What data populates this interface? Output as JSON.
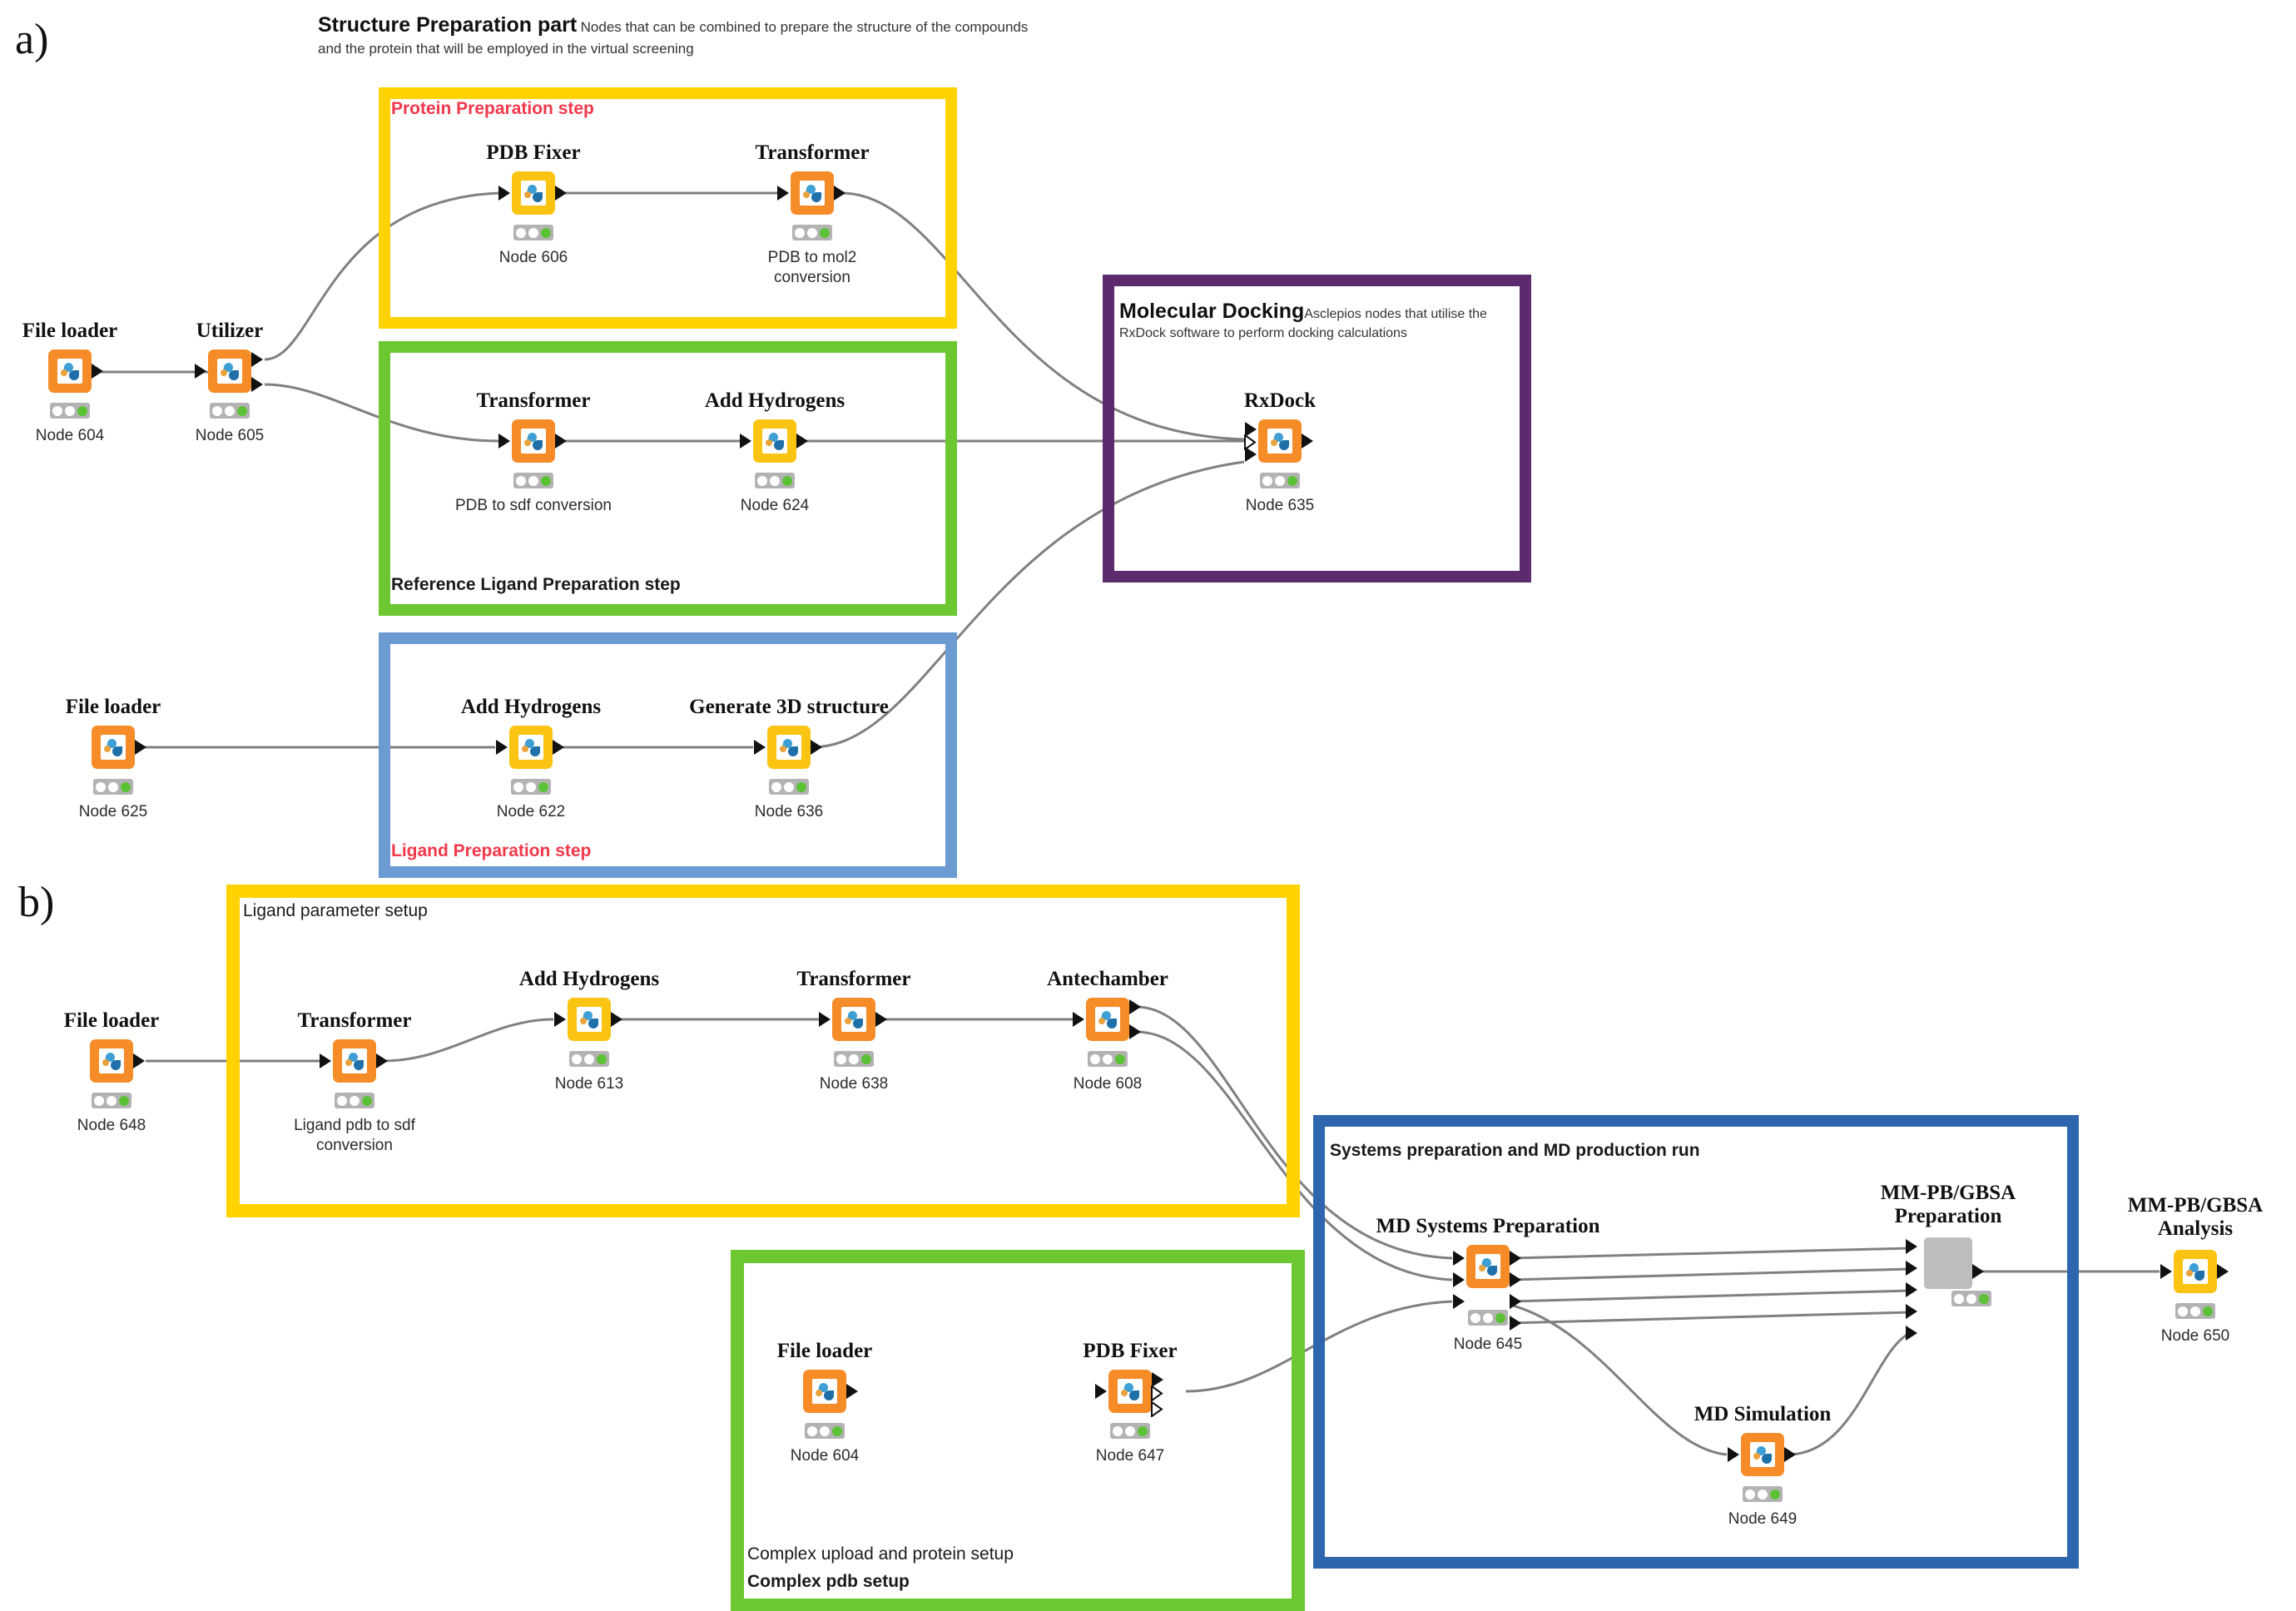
{
  "panels": {
    "a": {
      "letter": "a)"
    },
    "b": {
      "letter": "b)"
    }
  },
  "sections": {
    "structure_prep": {
      "title": "Structure Preparation part",
      "desc": "Nodes that can be combined to prepare the structure of the compounds and the protein that will be employed in the virtual screening"
    },
    "molecular_docking": {
      "title": "Molecular Docking",
      "desc": "Asclepios nodes that utilise the RxDock software to perform docking calculations"
    }
  },
  "groups": {
    "protein_prep": {
      "label": "Protein Preparation step",
      "color": "#FFD200"
    },
    "reference_ligand_prep": {
      "label": "Reference Ligand Preparation step",
      "color": "#6CC731"
    },
    "ligand_prep": {
      "label": "Ligand Preparation step",
      "color": "#6C9BD2"
    },
    "docking": {
      "color": "#5D2B6D"
    },
    "ligand_param_setup": {
      "label": "Ligand parameter setup",
      "color": "#FFD200"
    },
    "complex_pdb_setup": {
      "label_top": "Complex upload and protein setup",
      "label_bold": "Complex pdb setup",
      "color": "#6CC731"
    },
    "systems_prep": {
      "label": "Systems preparation and MD production run",
      "color": "#2E66AE"
    }
  },
  "nodes": {
    "n604a": {
      "title": "File loader",
      "label": "Node 604",
      "chip": "orange"
    },
    "n605": {
      "title": "Utilizer",
      "label": "Node 605",
      "chip": "orange"
    },
    "n606": {
      "title": "PDB Fixer",
      "label": "Node 606",
      "chip": "yellow"
    },
    "n607": {
      "title": "Transformer",
      "label": "PDB to mol2 conversion",
      "chip": "orange"
    },
    "n623": {
      "title": "Transformer",
      "label": "PDB to sdf conversion",
      "chip": "orange"
    },
    "n624": {
      "title": "Add Hydrogens",
      "label": "Node 624",
      "chip": "yellow"
    },
    "n635": {
      "title": "RxDock",
      "label": "Node 635",
      "chip": "orange"
    },
    "n625": {
      "title": "File loader",
      "label": "Node 625",
      "chip": "orange"
    },
    "n622": {
      "title": "Add Hydrogens",
      "label": "Node 622",
      "chip": "yellow"
    },
    "n636": {
      "title": "Generate 3D structure",
      "label": "Node 636",
      "chip": "yellow"
    },
    "n648": {
      "title": "File loader",
      "label": "Node 648",
      "chip": "orange"
    },
    "n612": {
      "title": "Transformer",
      "label": "Ligand pdb to sdf conversion",
      "chip": "orange"
    },
    "n613": {
      "title": "Add Hydrogens",
      "label": "Node 613",
      "chip": "yellow"
    },
    "n638": {
      "title": "Transformer",
      "label": "Node 638",
      "chip": "orange"
    },
    "n608": {
      "title": "Antechamber",
      "label": "Node 608",
      "chip": "orange"
    },
    "n604b": {
      "title": "File loader",
      "label": "Node 604",
      "chip": "orange"
    },
    "n647": {
      "title": "PDB Fixer",
      "label": "Node 647",
      "chip": "orange"
    },
    "n645": {
      "title": "MD Systems Preparation",
      "label": "Node 645",
      "chip": "orange"
    },
    "n649": {
      "title": "MD Simulation",
      "label": "Node 649",
      "chip": "orange"
    },
    "nmmprep": {
      "title": "MM-PB/GBSA Preparation",
      "label": "",
      "chip": "gray"
    },
    "n650": {
      "title": "MM-PB/GBSA Analysis",
      "label": "Node 650",
      "chip": "yellow"
    }
  },
  "status_legend": {
    "dots": [
      "idle",
      "idle",
      "executed"
    ],
    "executed_color": "#5BC236"
  }
}
